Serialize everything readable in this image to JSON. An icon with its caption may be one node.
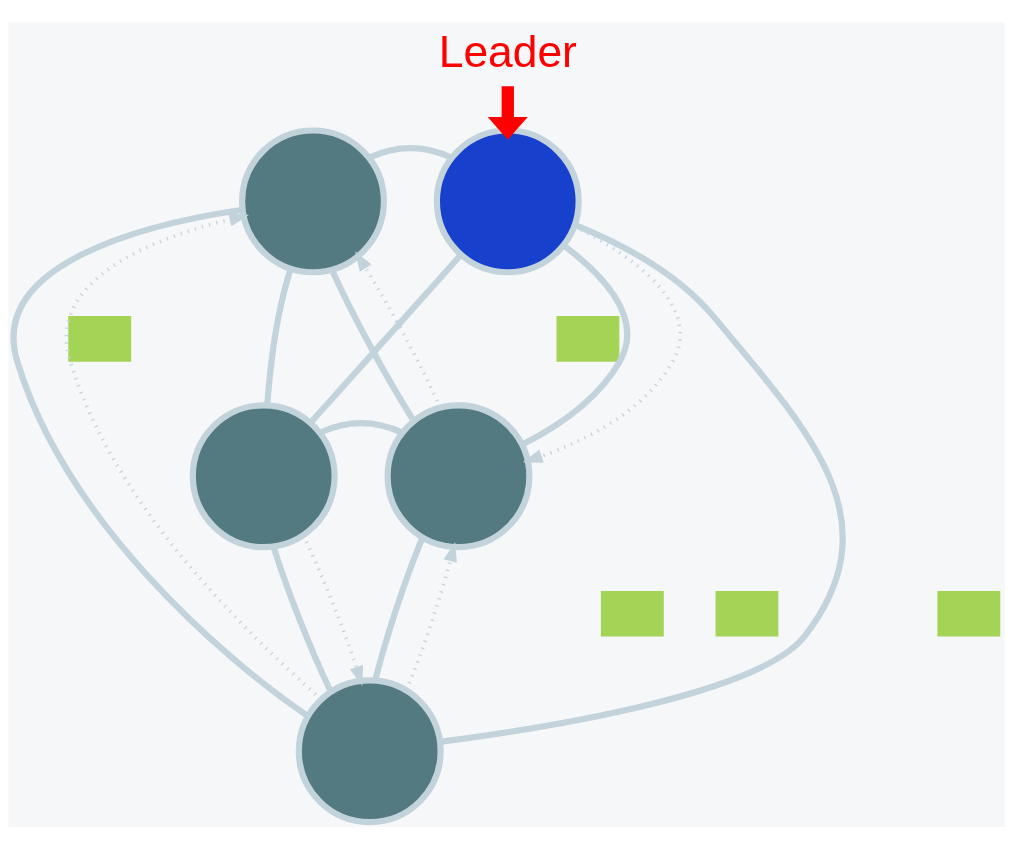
{
  "diagram": {
    "nodes": [
      {
        "text": [
          "Leader"
        ]
      },
      {
        "text": [],
        "shape": "circle"
      },
      {
        "text": [],
        "shape": "circle"
      },
      {
        "text": [],
        "shape": "box"
      },
      {
        "text": [],
        "shape": "box"
      },
      {
        "text": [],
        "shape": "circle"
      },
      {
        "text": [],
        "shape": "circle"
      },
      {
        "text": [],
        "shape": "box"
      },
      {
        "text": [],
        "shape": "box"
      },
      {
        "text": [],
        "shape": "box"
      },
      {
        "text": [],
        "shape": "circle"
      }
    ],
    "edges": [
      {
        "from": 0,
        "to": 2,
        "arrow": "to",
        "style": "thick",
        "color": "#ff0000"
      },
      {
        "from": 1,
        "to": 2,
        "arrow": "none"
      },
      {
        "from": 1,
        "to": 5,
        "arrow": "none"
      },
      {
        "from": 1,
        "to": 6,
        "arrow": "none"
      },
      {
        "from": 1,
        "to": 10,
        "arrow": "none"
      },
      {
        "from": 2,
        "to": 5,
        "arrow": "none"
      },
      {
        "from": 2,
        "to": 6,
        "arrow": "none"
      },
      {
        "from": 2,
        "to": 10,
        "arrow": "none"
      },
      {
        "from": 5,
        "to": 6,
        "arrow": "none"
      },
      {
        "from": 5,
        "to": 10,
        "arrow": "none"
      },
      {
        "from": 6,
        "to": 10,
        "arrow": "none"
      },
      {
        "from": 2,
        "to": 6,
        "arrow": "to",
        "style": "dashed"
      },
      {
        "from": 6,
        "to": 1,
        "arrow": "to",
        "style": "dashed"
      },
      {
        "from": 10,
        "to": 1,
        "arrow": "to",
        "style": "dashed"
      },
      {
        "from": 5,
        "to": 10,
        "arrow": "to",
        "style": "dashed"
      },
      {
        "from": 10,
        "to": 6,
        "arrow": "to",
        "style": "dashed"
      }
    ]
  }
}
